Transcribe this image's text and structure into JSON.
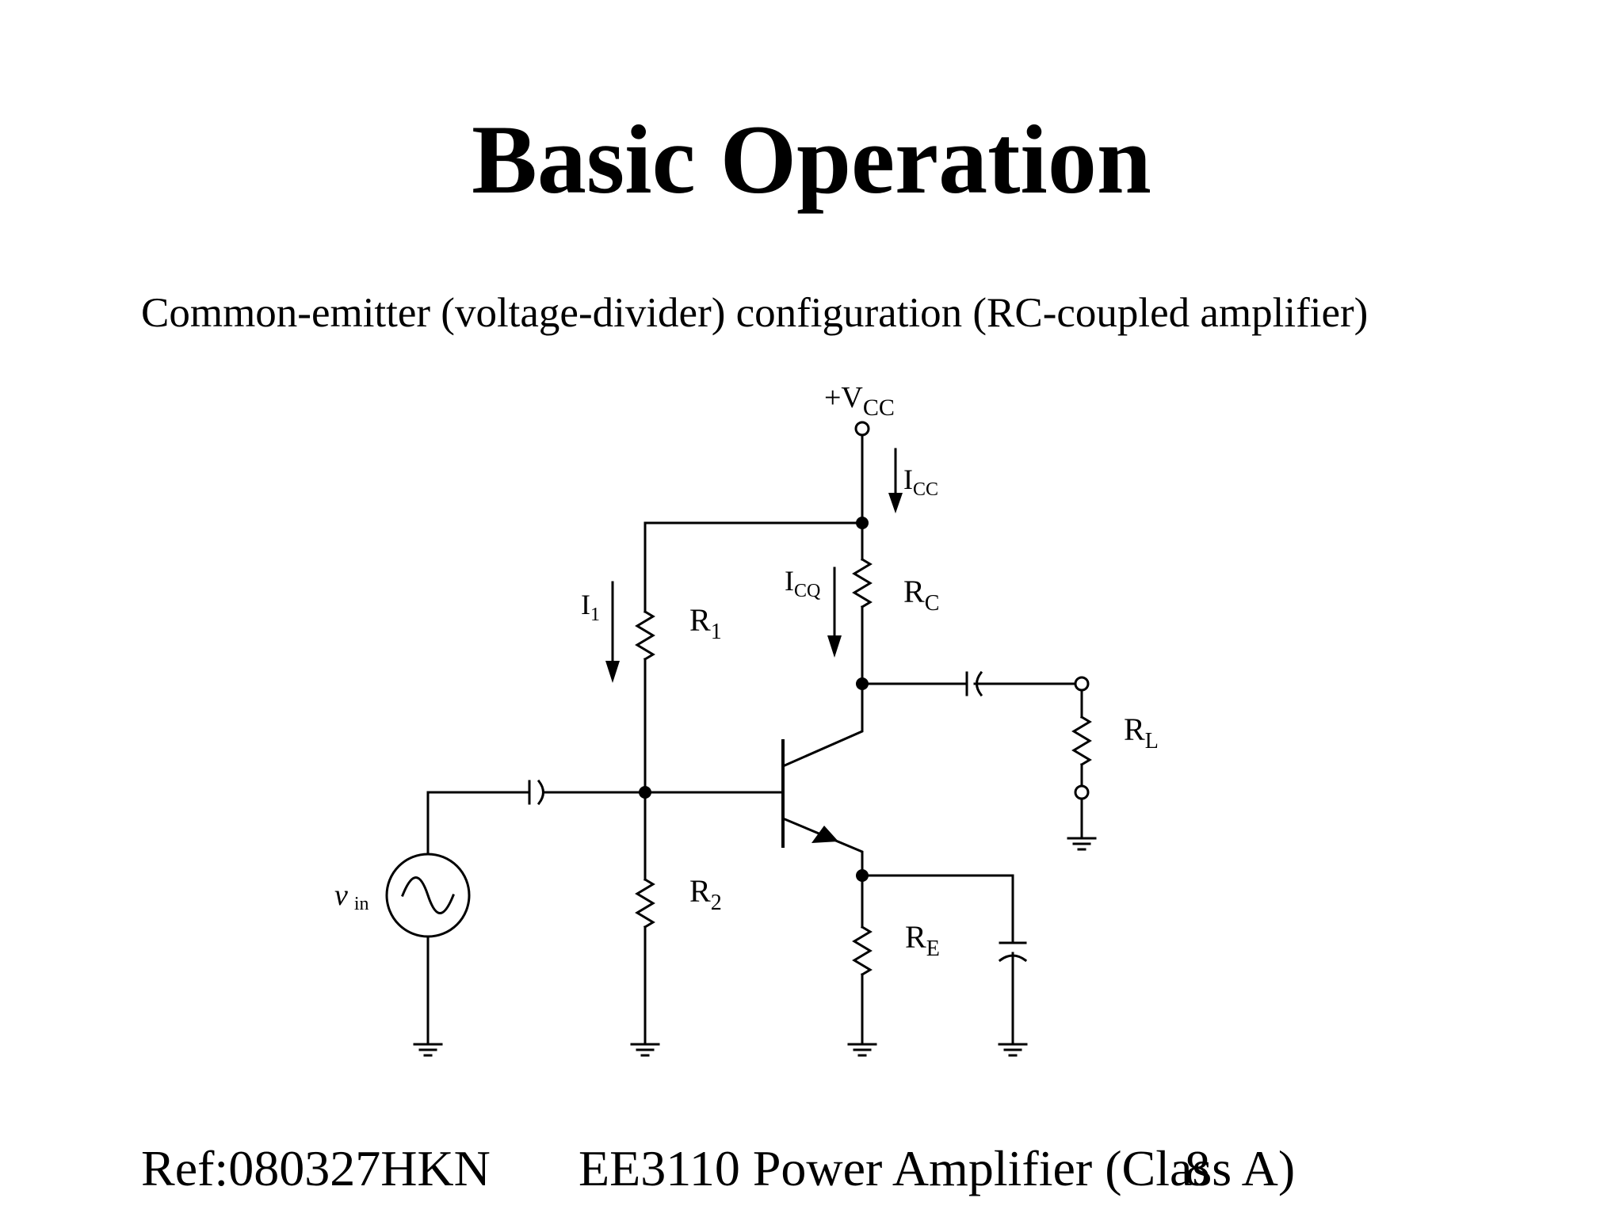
{
  "slide": {
    "title": "Basic Operation",
    "subtitle": "Common-emitter (voltage-divider) configuration (RC-coupled amplifier)",
    "footer_ref": "Ref:080327HKN",
    "footer_course": "EE3110 Power Amplifier (Class A)",
    "page_number": "8"
  },
  "circuit": {
    "vcc_label": "+V",
    "vcc_sub": "CC",
    "icc_label": "I",
    "icc_sub": "CC",
    "icq_label": "I",
    "icq_sub": "CQ",
    "i1_label": "I",
    "i1_sub": "1",
    "r1_label": "R",
    "r1_sub": "1",
    "r2_label": "R",
    "r2_sub": "2",
    "rc_label": "R",
    "rc_sub": "C",
    "re_label": "R",
    "re_sub": "E",
    "rl_label": "R",
    "rl_sub": "L",
    "vin_label": "v",
    "vin_sub": "in"
  }
}
